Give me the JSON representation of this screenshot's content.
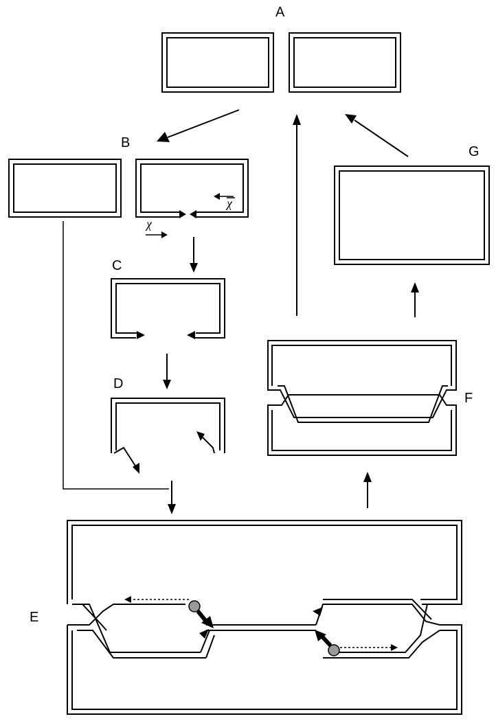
{
  "labels": {
    "a": "A",
    "b": "B",
    "c": "C",
    "d": "D",
    "e": "E",
    "f": "F",
    "g": "G"
  },
  "chi": {
    "symbol": "χ"
  },
  "colors": {
    "stroke": "#000000",
    "protein_dot": "#9a9a9a"
  }
}
